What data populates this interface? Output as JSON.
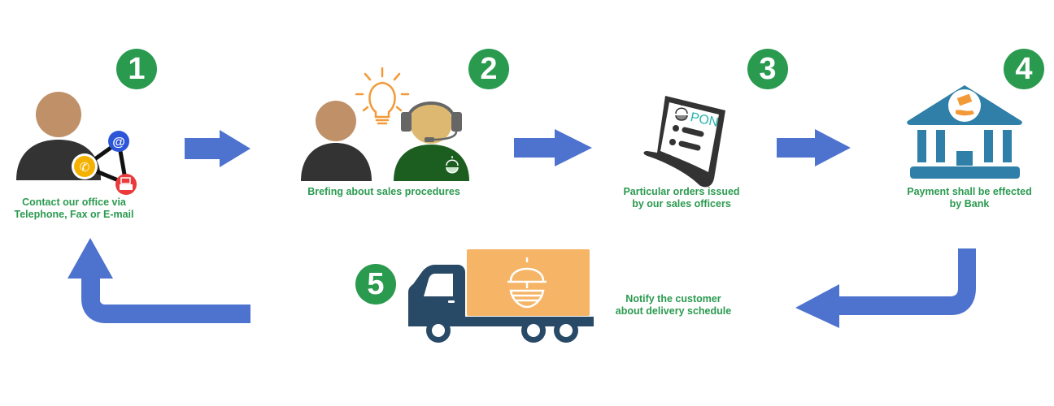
{
  "diagram": {
    "type": "process-flow",
    "colors": {
      "badge": "#2a9a4f",
      "caption": "#2a9a4f",
      "arrow": "#4e73cf",
      "person_head": "#c09068",
      "person_body": "#333333",
      "officer_head": "#ddb870",
      "officer_body": "#1b5e20",
      "bulb": "#f39a38",
      "bank": "#2f7fa8",
      "truck_cab": "#284a66",
      "truck_box": "#f6b467",
      "email": "#2d55d8",
      "phone": "#f5b100",
      "fax": "#ea3a3a",
      "pon_text": "#25b3b0"
    },
    "steps": [
      {
        "number": "1",
        "caption_line1": "Contact our office via",
        "caption_line2": "Telephone, Fax or E-mail",
        "icon": "customer-contact-icon"
      },
      {
        "number": "2",
        "caption_line1": "Brefing about sales procedures",
        "icon": "briefing-icon"
      },
      {
        "number": "3",
        "caption_line1": "Particular orders issued",
        "caption_line2": "by our sales officers",
        "icon": "order-document-icon",
        "doc_label": "PON"
      },
      {
        "number": "4",
        "caption_line1": "Payment shall be effected",
        "caption_line2": "by Bank",
        "icon": "bank-icon"
      },
      {
        "number": "5",
        "caption_line1": "Notify the customer",
        "caption_line2": "about delivery schedule",
        "icon": "delivery-truck-icon"
      }
    ],
    "email_glyph": "@",
    "phone_glyph": "✆"
  }
}
